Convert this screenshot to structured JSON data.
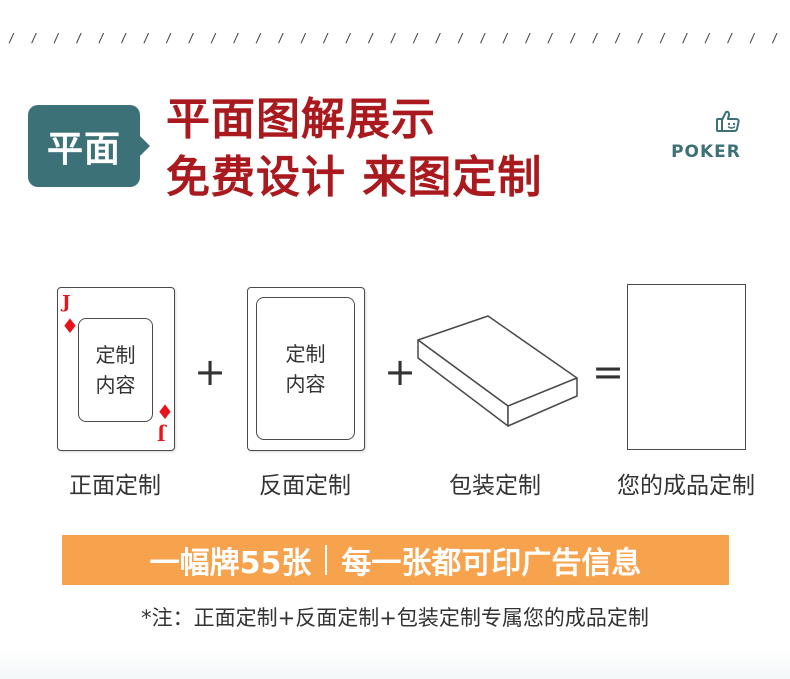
{
  "hatch_pattern": "/ / / / / / / / / / / / / / / / / / / / / / / / / / / / / / / / / / / / / / / / / / / / / / / / / / / / / / / / / / / / / / / / / / / / / / / / / / / / / / /",
  "badge": {
    "label": "平面"
  },
  "headline": {
    "line1": "平面图解展示",
    "line2": "免费设计 来图定制"
  },
  "brand": {
    "label": "POKER",
    "icon": "thumbs-up-icon",
    "color": "#3d7178"
  },
  "diagram": {
    "front": {
      "corner_rank": "J",
      "corner_suit": "♦",
      "content_line1": "定制",
      "content_line2": "内容",
      "caption": "正面定制"
    },
    "plus1": "+",
    "back": {
      "content_line1": "定制",
      "content_line2": "内容",
      "caption": "反面定制"
    },
    "plus2": "+",
    "box": {
      "caption": "包装定制"
    },
    "equals": "=",
    "result": {
      "caption": "您的成品定制"
    }
  },
  "banner": {
    "left_text": "一幅牌55张",
    "right_text": "每一张都可印广告信息",
    "color": "#f7a24d"
  },
  "note": {
    "text": "*注：正面定制+反面定制+包装定制专属您的成品定制"
  },
  "colors": {
    "accent_red": "#a9191e",
    "teal": "#3d7178",
    "suit_red": "#e8141b"
  }
}
